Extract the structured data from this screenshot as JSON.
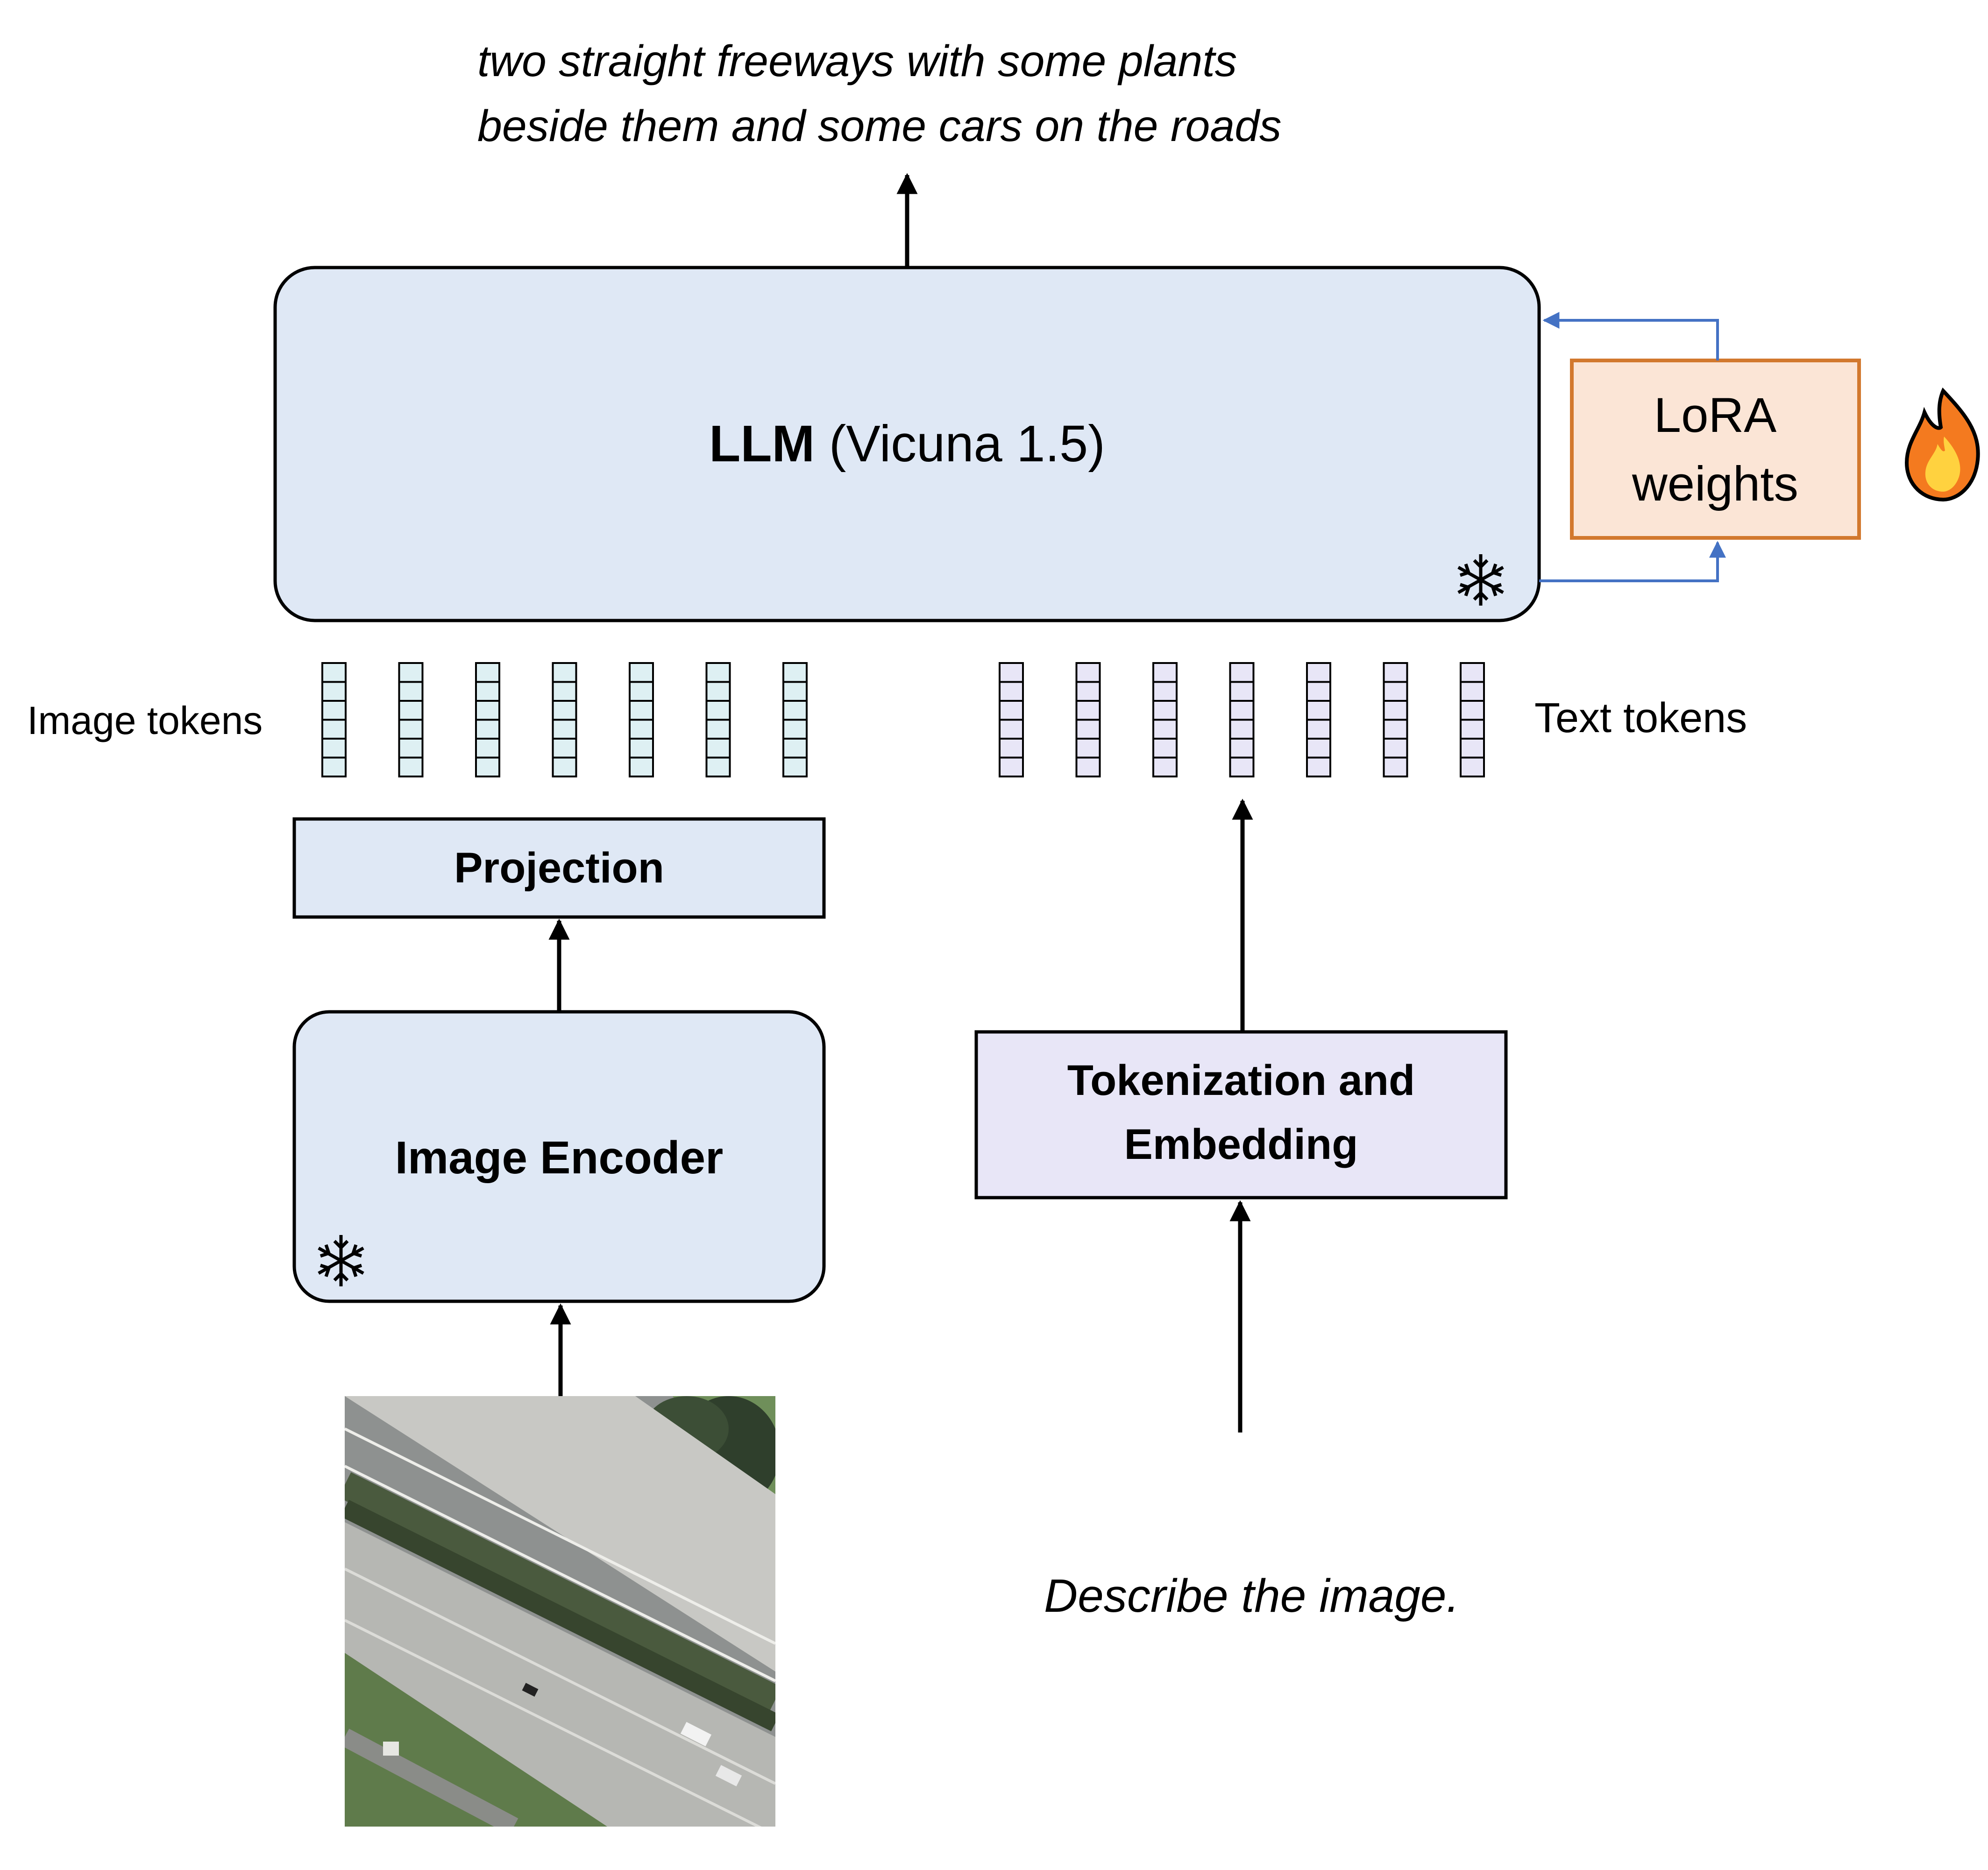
{
  "output_caption": {
    "line1": "two straight freeways with some plants",
    "line2": "beside them and some cars on the roads"
  },
  "llm": {
    "name_bold": "LLM",
    "name_rest": " (Vicuna 1.5)",
    "fill": "#dfe8f5",
    "frozen_icon": "snowflake-icon"
  },
  "lora": {
    "line1": "LoRA",
    "line2": "weights",
    "border": "#d2782e",
    "fill": "#fbe5d6",
    "trainable_icon": "fire-icon",
    "arrow_color": "#4472c4"
  },
  "image_tokens": {
    "label": "Image tokens",
    "count": 7,
    "cells": 6,
    "fill": "#def0f3"
  },
  "text_tokens": {
    "label": "Text tokens",
    "count": 7,
    "cells": 6,
    "fill": "#e8e6f7"
  },
  "projection": {
    "label": "Projection",
    "fill": "#dfe8f5"
  },
  "image_encoder": {
    "label": "Image Encoder",
    "fill": "#dfe8f5",
    "frozen_icon": "snowflake-icon"
  },
  "tokenization": {
    "line1": "Tokenization and",
    "line2": "Embedding",
    "fill": "#e8e6f7"
  },
  "prompt": {
    "text": "Describe the image."
  },
  "input_image": {
    "type": "aerial-freeway-photo"
  }
}
